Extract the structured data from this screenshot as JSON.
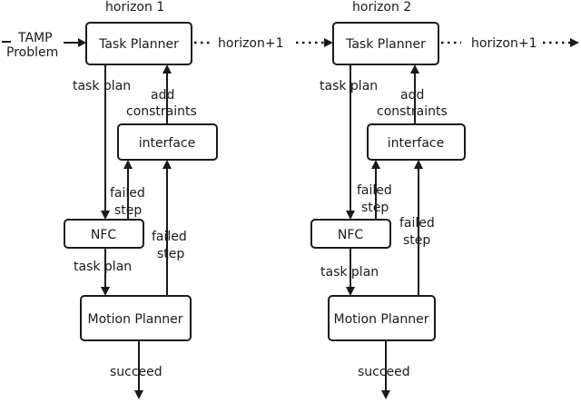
{
  "input": {
    "line1": "TAMP",
    "line2": "Problem"
  },
  "columns": [
    {
      "horizon_title": "horizon 1",
      "task_planner": "Task Planner",
      "interface": "interface",
      "nfc": "NFC",
      "motion_planner": "Motion Planner",
      "labels": {
        "task_plan_top": "task plan",
        "add_constraints_1": "add",
        "add_constraints_2": "constraints",
        "failed_step_left_1": "failed",
        "failed_step_left_2": "step",
        "failed_step_right_1": "failed",
        "failed_step_right_2": "step",
        "task_plan_bottom": "task plan",
        "succeed": "succeed"
      },
      "next_label": "horizon+1"
    },
    {
      "horizon_title": "horizon 2",
      "task_planner": "Task Planner",
      "interface": "interface",
      "nfc": "NFC",
      "motion_planner": "Motion Planner",
      "labels": {
        "task_plan_top": "task plan",
        "add_constraints_1": "add",
        "add_constraints_2": "constraints",
        "failed_step_left_1": "failed",
        "failed_step_left_2": "step",
        "failed_step_right_1": "failed",
        "failed_step_right_2": "step",
        "task_plan_bottom": "task plan",
        "succeed": "succeed"
      },
      "next_label": "horizon+1"
    }
  ]
}
